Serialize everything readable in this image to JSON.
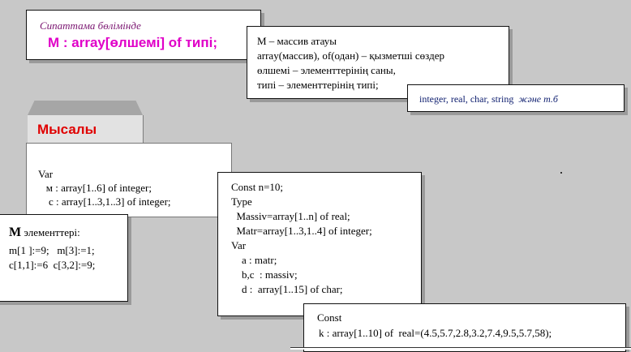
{
  "title_box": {
    "caption": "Сипаттама бөлімінде",
    "syntax": "M : array[өлшемі] of типі;"
  },
  "explanation": {
    "lines": [
      "M – массив атауы",
      "array(массив), of(одан) – қызметші сөздер",
      "өлшемі – элементтерінің саны,",
      "типі – элементтерінің типі;"
    ]
  },
  "types": {
    "list": "integer, real, char, string",
    "tail": "және т.б"
  },
  "example": {
    "label": "Мысалы"
  },
  "var_block": {
    "lines": [
      "Var",
      "   м : array[1..6] of integer;",
      "    c : array[1..3,1..3] of integer;"
    ]
  },
  "elements": {
    "m": "M",
    "heading": " элементтері:",
    "lines": [
      "m[1 ]:=9;   m[3]:=1;",
      "c[1,1]:=6  c[3,2]:=9;"
    ]
  },
  "const_block": {
    "lines": [
      "Const n=10;",
      "Type",
      "  Massiv=array[1..n] of real;",
      "  Matr=array[1..3,1..4] of integer;",
      "Var",
      "    a : matr;",
      "    b,c  : massiv;",
      "    d :  array[1..15] of char;"
    ]
  },
  "const2_block": {
    "lines": [
      "Const",
      "k : array[1..10] of  real=(4.5,5.7,2.8,3.2,7.4,9.5,5.7,58);"
    ]
  }
}
